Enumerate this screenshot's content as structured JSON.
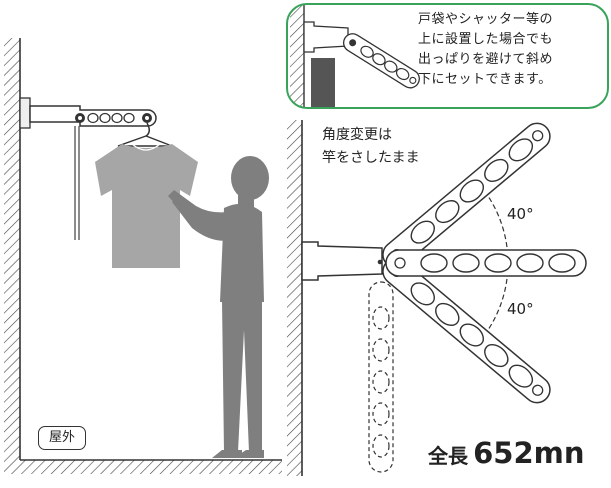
{
  "callout": {
    "lines": [
      "戸袋やシャッター等の",
      "上に設置した場合でも",
      "出っぱりを避けて斜め",
      "下にセットできます。"
    ]
  },
  "angle_note": {
    "lines": [
      "角度変更は",
      "竿をさしたまま"
    ]
  },
  "angles": {
    "upper": "40°",
    "lower": "40°"
  },
  "location_badge": "屋外",
  "total_length": {
    "prefix": "全長",
    "value": "652mn"
  },
  "colors": {
    "callout_border": "#3aa35a",
    "line": "#333333",
    "shirt": "#a6a6a6",
    "person": "#7f7f7f",
    "dark_panel": "#555555"
  },
  "icons": [
    "wall-hatch",
    "drying-rack-arm",
    "shirt-on-hanger",
    "person-silhouette"
  ]
}
